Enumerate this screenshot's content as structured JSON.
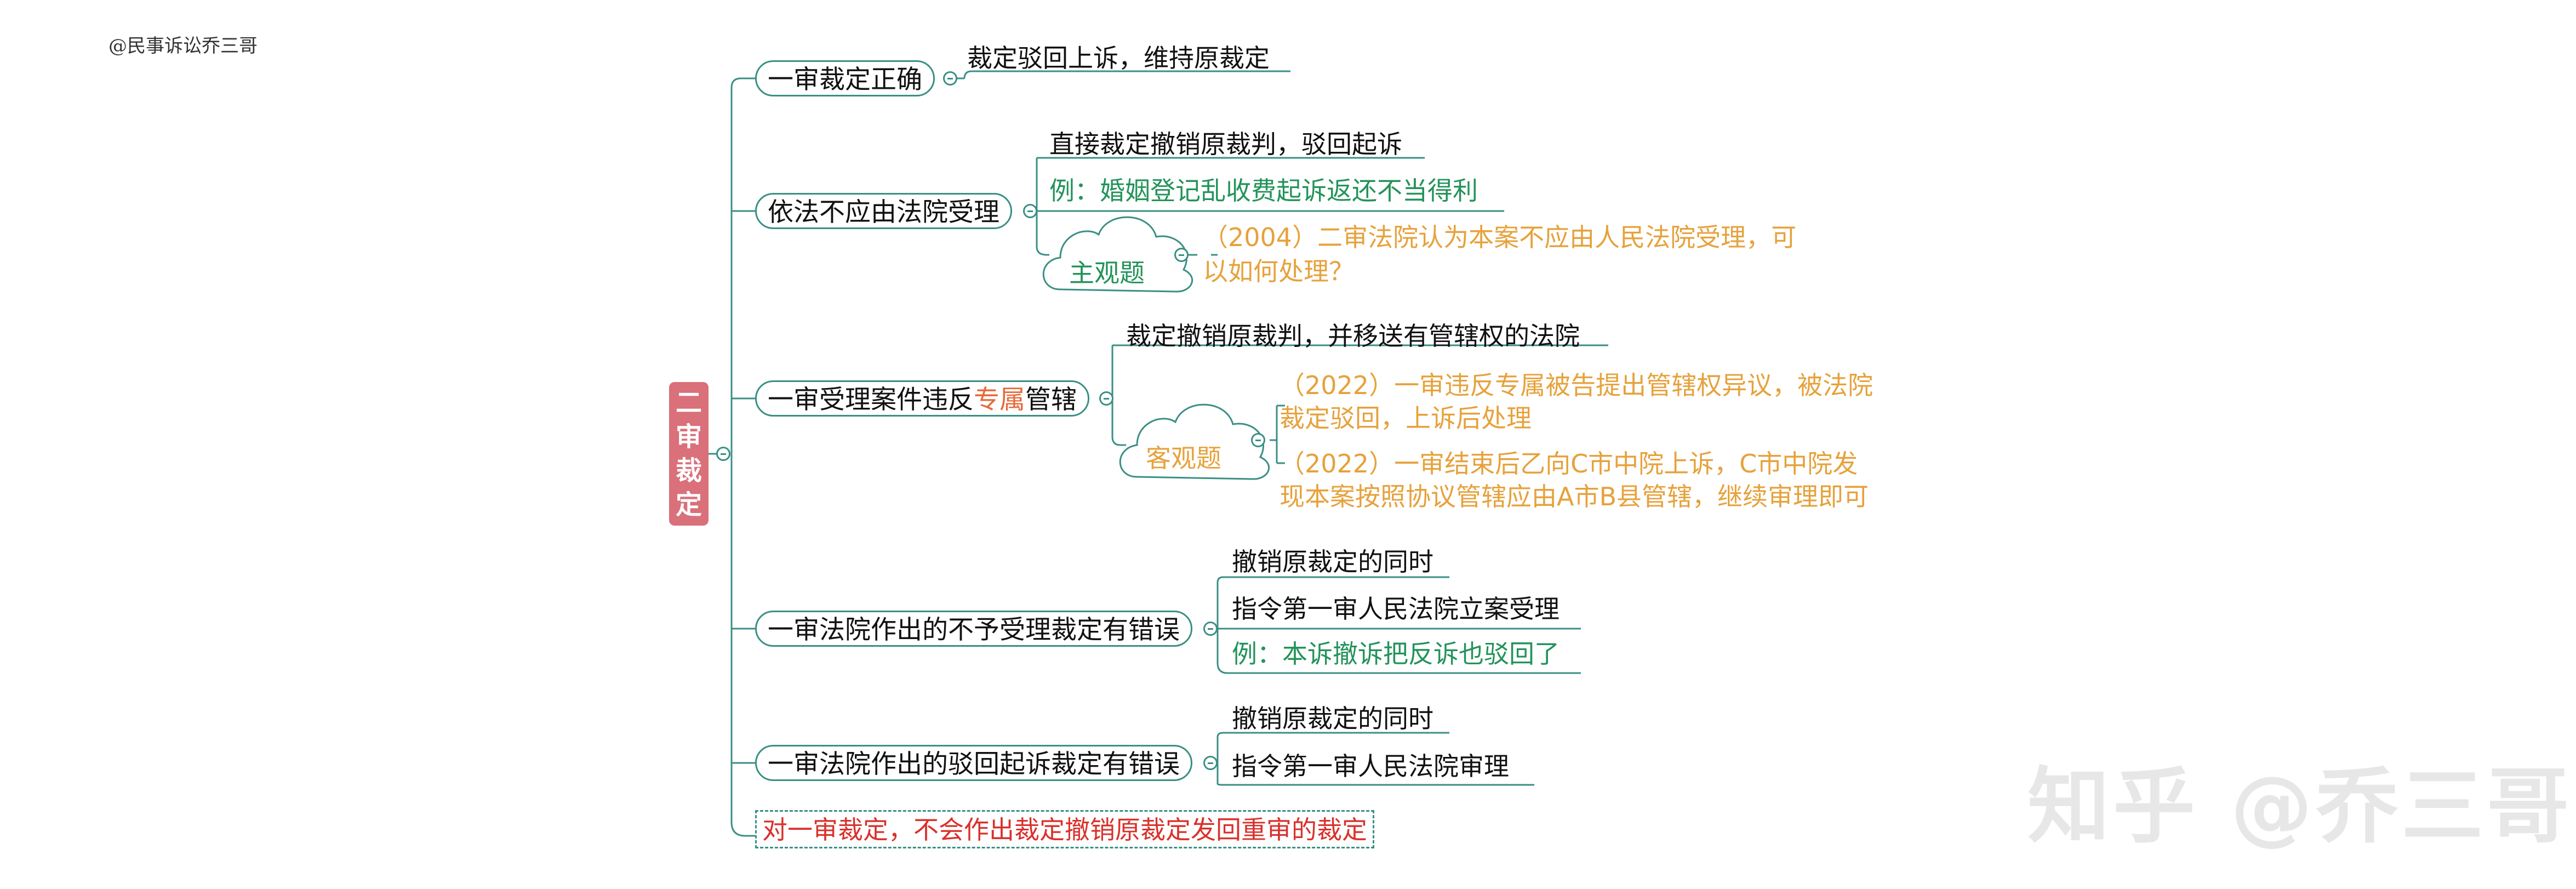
{
  "header": "@民事诉讼乔三哥",
  "root": [
    "二",
    "审",
    "裁",
    "定"
  ],
  "branches": {
    "b1": {
      "label": "一审裁定正确",
      "leaf": "裁定驳回上诉，维持原裁定"
    },
    "b2": {
      "label": "依法不应由法院受理",
      "leaf1": "直接裁定撤销原裁判，驳回起诉",
      "leaf2": "例：婚姻登记乱收费起诉返还不当得利",
      "cloud": "主观题",
      "q1a": "（2004）二审法院认为本案不应由人民法院受理，可",
      "q1b": "以如何处理？"
    },
    "b3": {
      "label_a": "一审受理案件违反",
      "label_b": "专属",
      "label_c": "管辖",
      "leaf": "裁定撤销原裁判，并移送有管辖权的法院",
      "cloud": "客观题",
      "q1a": "（2022）一审违反专属被告提出管辖权异议，被法院",
      "q1b": "裁定驳回，上诉后处理",
      "q2a": "（2022）一审结束后乙向C市中院上诉，C市中院发",
      "q2b": "现本案按照协议管辖应由A市B县管辖，继续审理即可"
    },
    "b4": {
      "label": "一审法院作出的不予受理裁定有错误",
      "leaf1": "撤销原裁定的同时",
      "leaf2": "指令第一审人民法院立案受理",
      "leaf3": "例：本诉撤诉把反诉也驳回了"
    },
    "b5": {
      "label": "一审法院作出的驳回起诉裁定有错误",
      "leaf1": "撤销原裁定的同时",
      "leaf2": "指令第一审人民法院审理"
    },
    "b6": {
      "label": "对一审裁定，不会作出裁定撤销原裁定发回重审的裁定"
    }
  },
  "watermark": "知乎 @乔三哥",
  "colors": {
    "root": "#d9707a",
    "line": "#3a8f85",
    "green": "#23935a",
    "orange": "#e6a23c",
    "red": "#d9312c",
    "accent": "#e8683a"
  }
}
